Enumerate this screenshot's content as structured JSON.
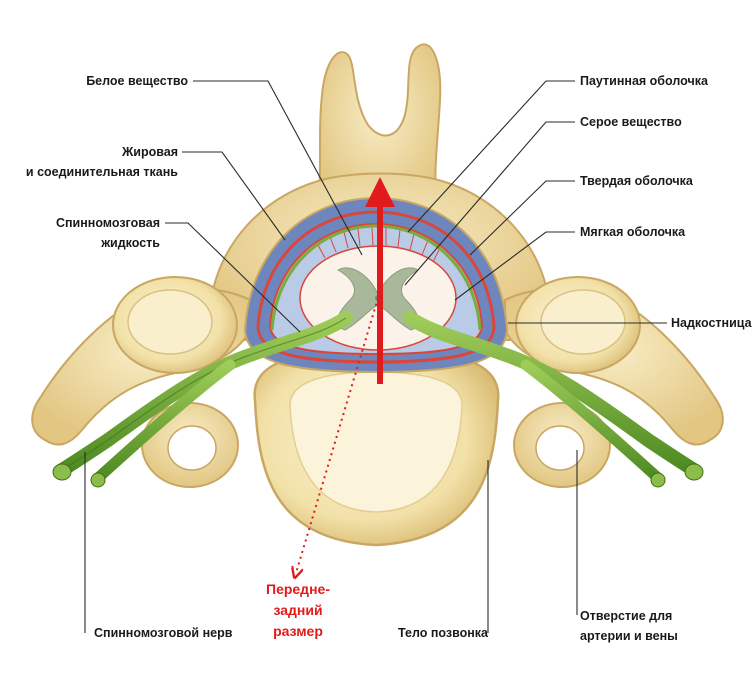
{
  "labels": {
    "white_matter": "Белое вещество",
    "fat_tissue_1": "Жировая",
    "fat_tissue_2": "и соединительная ткань",
    "csf_1": "Спинномозговая",
    "csf_2": "жидкость",
    "arachnoid": "Паутинная оболочка",
    "gray_matter": "Серое вещество",
    "dura": "Твердая оболочка",
    "pia": "Мягкая оболочка",
    "periosteum": "Надкостница",
    "spinal_nerve": "Спинномозговой нерв",
    "vertebral_body": "Тело позвонка",
    "foramen_1": "Отверстие для",
    "foramen_2": "артерии и вены",
    "ap_1": "Передне-",
    "ap_2": "задний",
    "ap_3": "размер"
  },
  "colors": {
    "bone": "#f1dfa4",
    "bone_outline": "#c9a762",
    "membrane_red": "#d9473a",
    "csf_blue": "#7f95c4",
    "nerve_green": "#5f9a2e",
    "arrow_red": "#e11b1b"
  }
}
